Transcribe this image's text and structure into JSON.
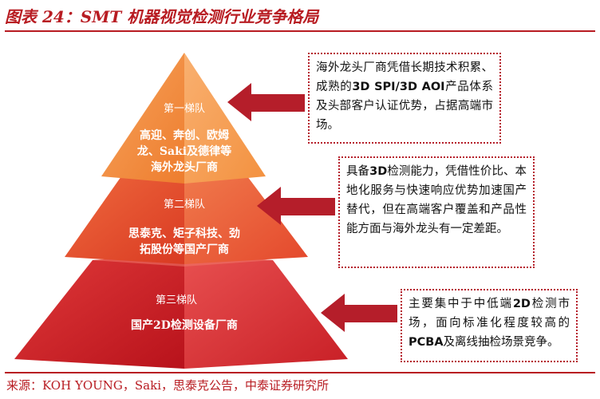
{
  "title": "图表 24：SMT 机器视觉检测行业竞争格局",
  "source": "来源：KOH YOUNG，Saki，思泰克公告，中泰证券研究所",
  "colors": {
    "accent": "#b81c22",
    "tier1": "#f28a3c",
    "tier2": "#e8432a",
    "tier3": "#cc1a22",
    "arrow": "#b51e2a"
  },
  "tiers": [
    {
      "name": "第一梯队",
      "desc_lines": [
        "高迎、奔创、欧姆",
        "龙、Saki及德律等",
        "海外龙头厂商"
      ]
    },
    {
      "name": "第二梯队",
      "desc_lines": [
        "思泰克、矩子科技、劲",
        "拓股份等国产厂商"
      ]
    },
    {
      "name": "第三梯队",
      "desc_lines": [
        "国产2D检测设备厂商"
      ]
    }
  ],
  "callouts": [
    {
      "pre": "海外龙头厂商凭借长期技术积累、成熟的",
      "bold": "3D SPI/3D AOI",
      "post": "产品体系及头部客户认证优势，占据高端市场。"
    },
    {
      "pre": "具备",
      "bold": "3D",
      "post": "检测能力，凭借性价比、本地化服务与快速响应优势加速国产替代，但在高端客户覆盖和产品性能方面与海外龙头有一定差距。"
    },
    {
      "pre": "主要集中于中低端",
      "bold": "2D",
      "post": "检测市场，面向标准化程度较高的",
      "bold2": "PCBA",
      "post2": "及离线抽检场景竞争。"
    }
  ]
}
